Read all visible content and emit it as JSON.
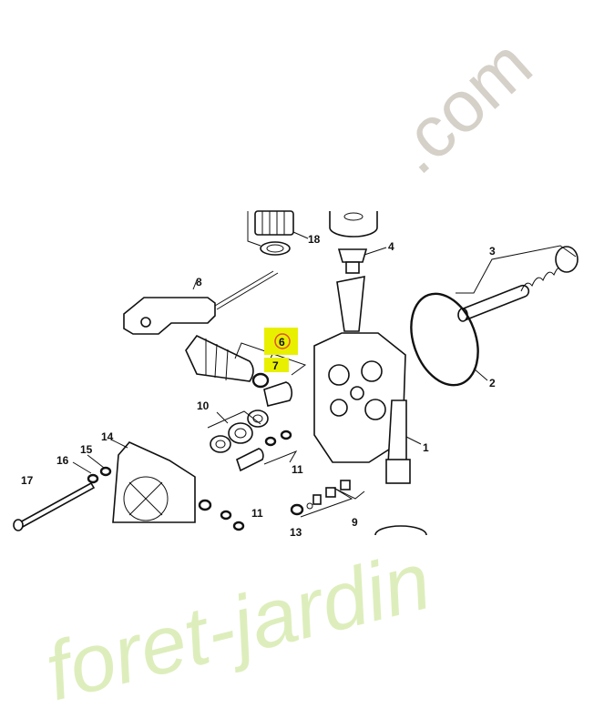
{
  "diagram": {
    "callouts": [
      {
        "id": "label-18",
        "text": "18"
      },
      {
        "id": "label-4",
        "text": "4"
      },
      {
        "id": "label-3",
        "text": "3"
      },
      {
        "id": "label-8",
        "text": "8"
      },
      {
        "id": "label-6",
        "text": "6",
        "highlighted": true
      },
      {
        "id": "label-7",
        "text": "7",
        "highlighted": true
      },
      {
        "id": "label-2",
        "text": "2"
      },
      {
        "id": "label-10",
        "text": "10"
      },
      {
        "id": "label-14",
        "text": "14"
      },
      {
        "id": "label-1",
        "text": "1"
      },
      {
        "id": "label-15",
        "text": "15"
      },
      {
        "id": "label-16",
        "text": "16"
      },
      {
        "id": "label-11a",
        "text": "11"
      },
      {
        "id": "label-17",
        "text": "17"
      },
      {
        "id": "label-11b",
        "text": "11"
      },
      {
        "id": "label-9",
        "text": "9"
      },
      {
        "id": "label-13",
        "text": "13"
      }
    ],
    "highlight_color": "#e8f000",
    "selected_circle_color": "#e0502a"
  },
  "watermark": {
    "brand_text": "foret-jardin",
    "domain_text": ".com",
    "colors": {
      "green": "#d7ebb0",
      "orange": "#f7c89a",
      "grey": "#d0cbc2"
    }
  }
}
